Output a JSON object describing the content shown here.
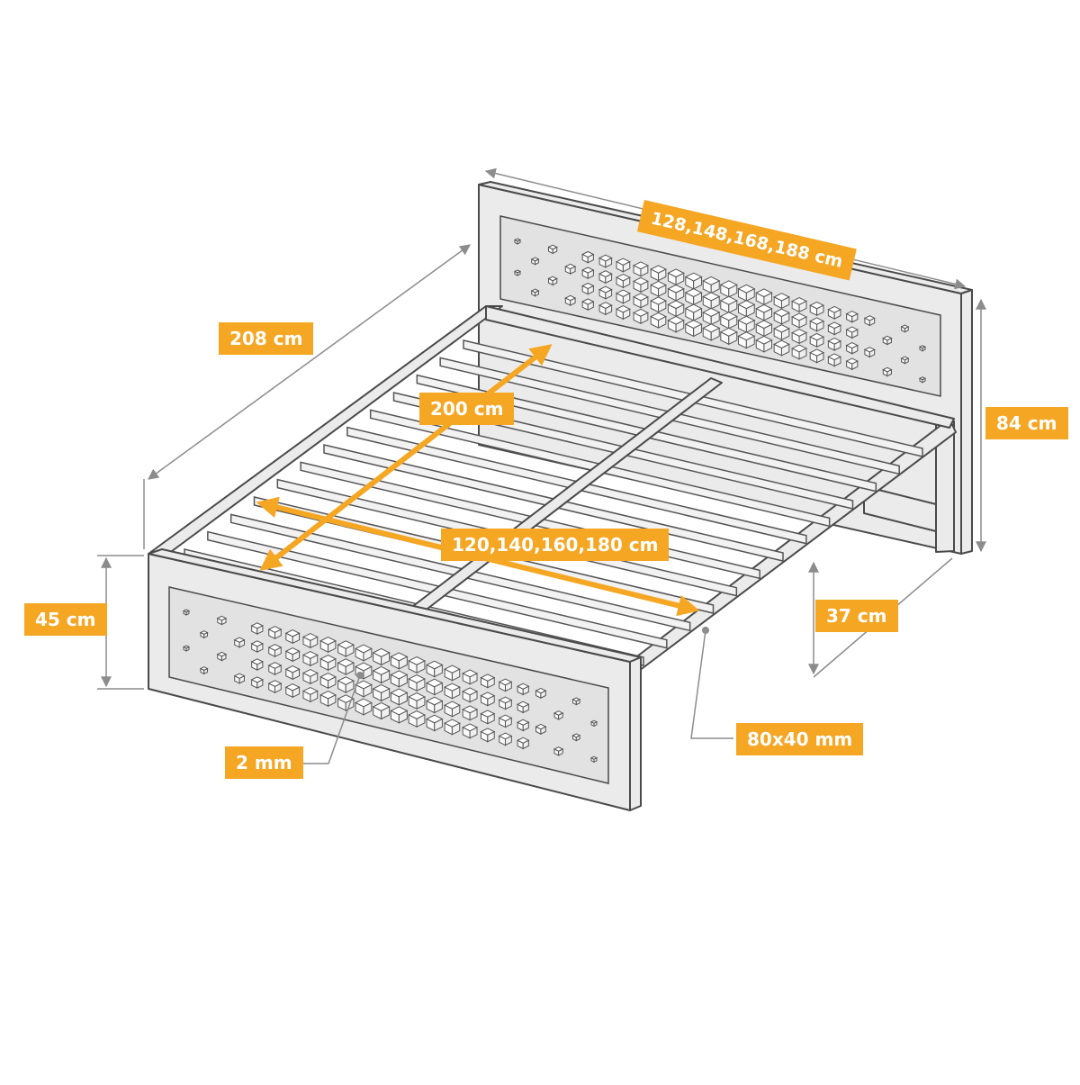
{
  "labels": {
    "headboard_width": "128,148,168,188 cm",
    "total_length": "208 cm",
    "mattress_length": "200 cm",
    "mattress_width": "120,140,160,180 cm",
    "headboard_height": "84 cm",
    "footboard_height": "45 cm",
    "leg_height": "37 cm",
    "panel_thickness": "2 mm",
    "tube_size": "80x40 mm"
  },
  "colors": {
    "accent": "#f5a623",
    "line": "#4a4a4a",
    "dim_line": "#8c8c8c"
  }
}
